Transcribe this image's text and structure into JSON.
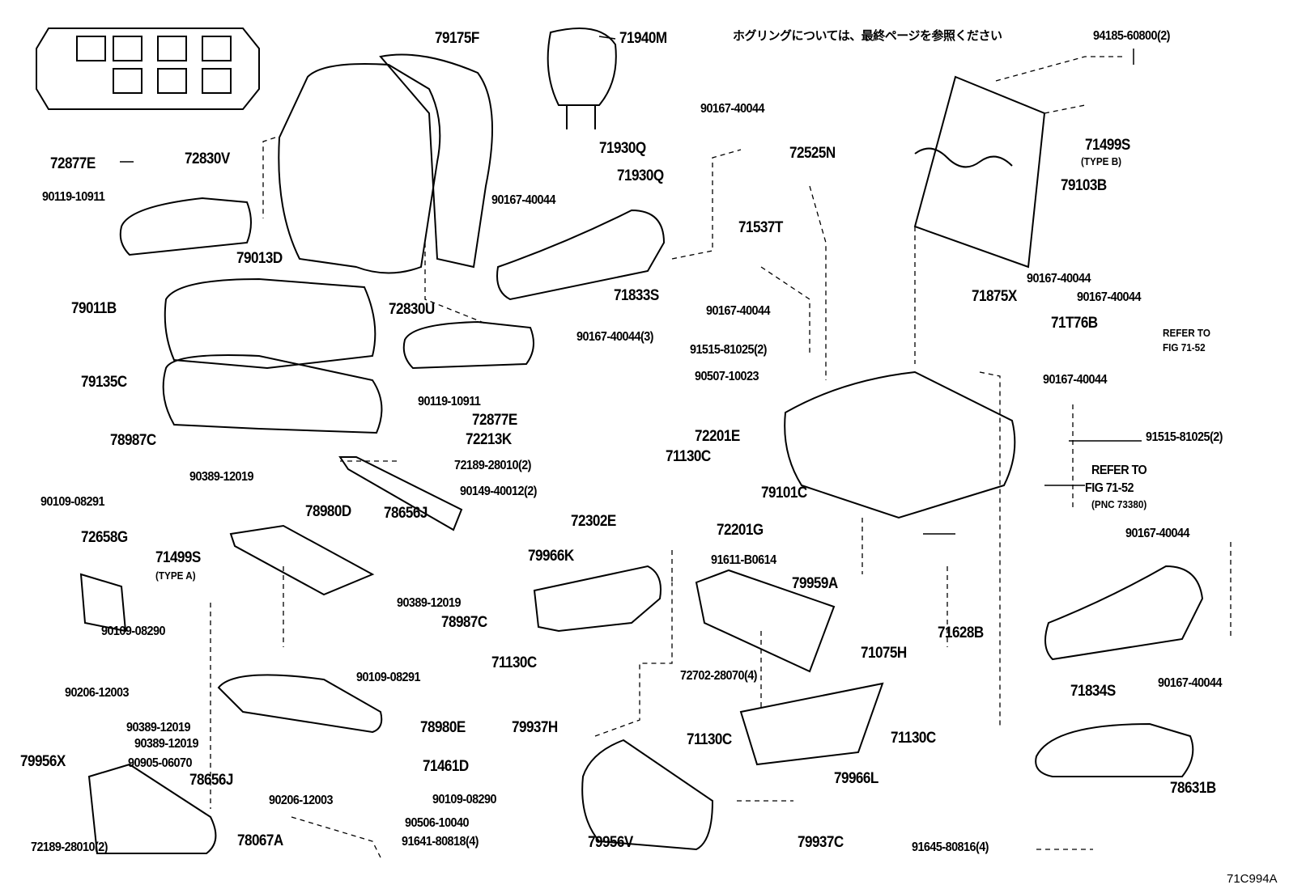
{
  "note": "ホグリングについては、最終ページを参照ください",
  "figure_code": "71C994A",
  "labels": [
    "79175F",
    "71940M",
    "94185-60800(2)",
    "72877E",
    "72830V",
    "90119-10911",
    "71930Q",
    "71930Q",
    "90167-40044",
    "72525N",
    "71499S",
    "(TYPE B)",
    "79103B",
    "90167-40044",
    "71537T",
    "79013D",
    "71833S",
    "90167-40044",
    "71875X",
    "90167-40044",
    "79011B",
    "72830U",
    "90167-40044",
    "71T76B",
    "REFER TO",
    "FIG 71-52",
    "90167-40044(3)",
    "91515-81025(2)",
    "90507-10023",
    "79135C",
    "90167-40044",
    "90119-10911",
    "72877E",
    "72201E",
    "91515-81025(2)",
    "72213K",
    "78987C",
    "71130C",
    "72189-28010(2)",
    "REFER TO",
    "90389-12019",
    "FIG 71-52",
    "90149-40012(2)",
    "79101C",
    "90109-08291",
    "(PNC 73380)",
    "78980D",
    "78656J",
    "72302E",
    "72201G",
    "90167-40044",
    "72658G",
    "71499S",
    "79966K",
    "91611-B0614",
    "(TYPE A)",
    "79959A",
    "90389-12019",
    "78987C",
    "90109-08290",
    "71628B",
    "71075H",
    "71130C",
    "90109-08291",
    "72702-28070(4)",
    "71834S",
    "90167-40044",
    "90206-12003",
    "79937H",
    "78980E",
    "90389-12019",
    "71130C",
    "71130C",
    "90389-12019",
    "90905-06070",
    "71461D",
    "79956X",
    "78656J",
    "79966L",
    "78631B",
    "90206-12003",
    "90109-08290",
    "90506-10040",
    "72189-28010(2)",
    "78067A",
    "79956V",
    "79937C",
    "91641-80818(4)",
    "91645-80816(4)"
  ]
}
